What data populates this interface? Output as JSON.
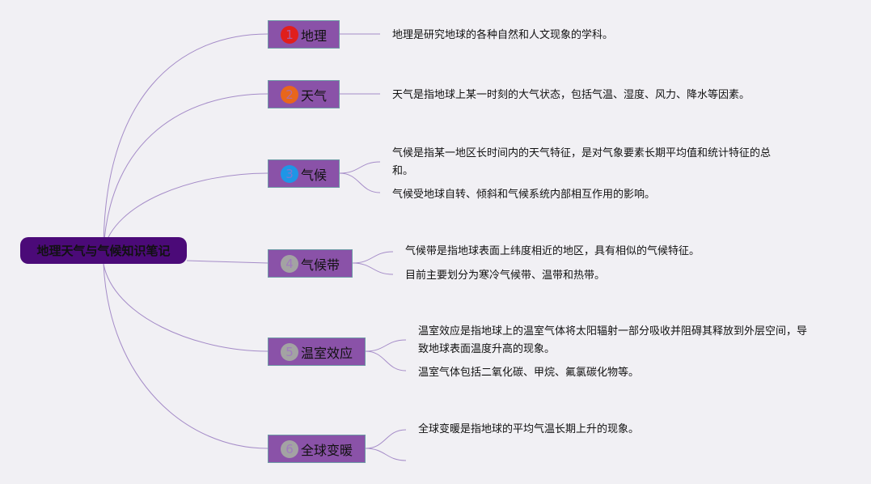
{
  "root": {
    "label": "地理天气与气候知识笔记"
  },
  "topics": [
    {
      "num": "1",
      "label": "地理",
      "badge_color": "#e01f1c",
      "notes": [
        "地理是研究地球的各种自然和人文现象的学科。"
      ]
    },
    {
      "num": "2",
      "label": "天气",
      "badge_color": "#e8661c",
      "notes": [
        "天气是指地球上某一时刻的大气状态，包括气温、湿度、风力、降水等因素。"
      ]
    },
    {
      "num": "3",
      "label": "气候",
      "badge_color": "#1e96e6",
      "notes": [
        "气候是指某一地区长时间内的天气特征，是对气象要素长期平均值和统计特征的总和。",
        "气候受地球自转、倾斜和气候系统内部相互作用的影响。"
      ]
    },
    {
      "num": "4",
      "label": "气候带",
      "badge_color": "#a3a3a3",
      "notes": [
        "气候带是指地球表面上纬度相近的地区，具有相似的气候特征。",
        "目前主要划分为寒冷气候带、温带和热带。"
      ]
    },
    {
      "num": "5",
      "label": "温室效应",
      "badge_color": "#a3a3a3",
      "notes": [
        "温室效应是指地球上的温室气体将太阳辐射一部分吸收并阻碍其释放到外层空间，导致地球表面温度升高的现象。",
        "温室气体包括二氧化碳、甲烷、氟氯碳化物等。"
      ]
    },
    {
      "num": "6",
      "label": "全球变暖",
      "badge_color": "#a3a3a3",
      "notes": [
        "全球变暖是指地球的平均气温长期上升的现象。",
        ""
      ]
    }
  ]
}
